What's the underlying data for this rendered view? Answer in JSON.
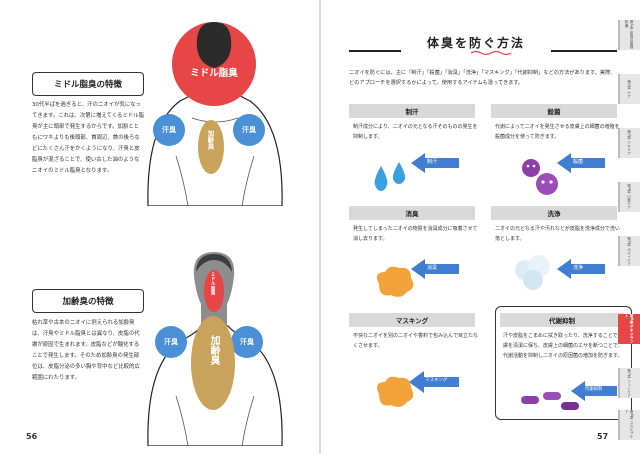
{
  "left_page": {
    "page_number": "56",
    "section1": {
      "heading": "ミドル脂臭の特徴",
      "paragraph": "30代半ばを過ぎると、汗のニオイが気になってきます。これは、次第に増えてくるミドル脂臭が主に頭部で発生するからです。加齢とともにワキよりも後頭部、首周辺、首の後ろなどにたくさん汗をかくようになり、汗臭と皮脂臭が混ざることで、使い古した油のようなニオイのミドル脂臭となります。",
      "figure": {
        "head_label": "ミドル脂臭",
        "left_label": "汗臭",
        "right_label": "汗臭",
        "back_label": "加齢臭"
      }
    },
    "section2": {
      "heading": "加齢臭の特徴",
      "paragraph": "枯れ草や古本のニオイに例えられる加齢臭は、汗臭やミドル脂臭とは異なり、皮脂の代謝が原因で生まれます。皮脂などが酸化することで発生します。そのため加齢臭の発生部位は、皮脂分泌の多い胸や背中など比較的広範囲にわたります。",
      "figure": {
        "neck_label": "ミドル脂臭",
        "left_label": "汗臭",
        "right_label": "汗臭",
        "back_label": "加齢臭"
      }
    }
  },
  "right_page": {
    "page_number": "57",
    "title": "体臭を防ぐ方法",
    "intro": "ニオイを防ぐには、主に「制汗」「殺菌」「消臭」「洗浄」「マスキング」「代謝抑制」などの方法があります。実際、どのアプローチを選択するかによって、使用するアイテムも違ってきます。",
    "cells": [
      {
        "head": "制汗",
        "text": "制汗成分により、ニオイの元となる汗そのものの発生を抑制します。",
        "arrow_label": "制汗"
      },
      {
        "head": "殺菌",
        "text": "代謝によってニオイを発生させる皮膚上の細菌の増殖を殺菌成分を使って防ぎます。",
        "arrow_label": "殺菌"
      },
      {
        "head": "消臭",
        "text": "発生してしまったニオイの物質を消臭成分に吸着させて消し去ります。",
        "arrow_label": "消臭"
      },
      {
        "head": "洗浄",
        "text": "ニオイの元となる汗や汚れなどが皮脂を洗浄成分で洗い落とします。",
        "arrow_label": "洗浄"
      },
      {
        "head": "マスキング",
        "text": "不快なニオイを別のニオイや香料で包み込んで目立たなくさせます。",
        "arrow_label": "マスキング"
      },
      {
        "head": "代謝抑制",
        "text": "汗や皮脂をこまめに拭き取ったり、洗浄することで皮膚を清潔に保ち、皮膚上の細菌のエサを断つことで、代謝活動を抑制しニオイの原因菌の増加を防ぎます。",
        "arrow_label": "代謝抑制"
      }
    ],
    "tabs": [
      "第1章 体臭の基礎知識",
      "第2章 ケア",
      "第3章 ワキケア",
      "第4章 口臭ケア",
      "第5章 ボディケア",
      "第6章 デオドラント",
      "第7章 フットケア",
      "第8章 スカルプケア"
    ],
    "active_tab": 5
  },
  "colors": {
    "red": "#e74646",
    "blue": "#4b8fd6",
    "tan": "#c9a25c",
    "orange": "#f1a33a",
    "purple": "#8d3fa8"
  }
}
